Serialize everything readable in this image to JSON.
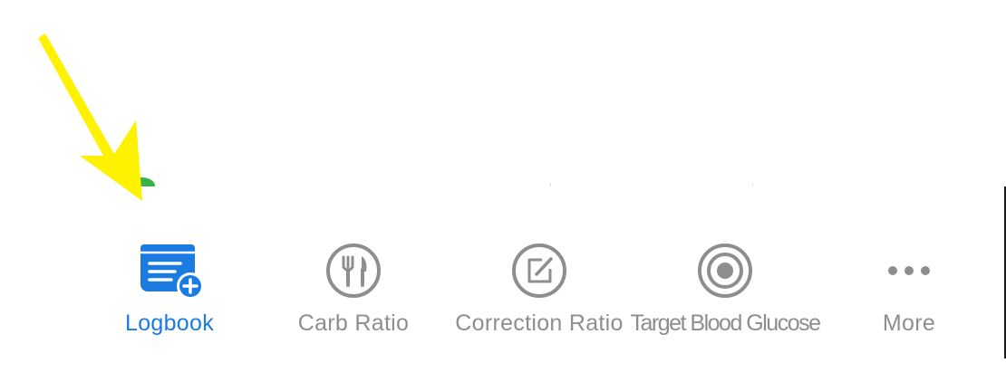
{
  "tab_bar": {
    "tabs": [
      {
        "label": "Logbook",
        "icon": "logbook-add-icon",
        "active": true
      },
      {
        "label": "Carb Ratio",
        "icon": "fork-knife-icon",
        "active": false
      },
      {
        "label": "Correction Ratio",
        "icon": "edit-square-icon",
        "active": false
      },
      {
        "label": "Target Blood Glucose",
        "icon": "target-icon",
        "active": false
      },
      {
        "label": "More",
        "icon": "ellipsis-icon",
        "active": false
      }
    ],
    "active_color": "#1a7be0",
    "inactive_color": "#8e8e8e"
  },
  "annotation": {
    "arrow_color": "#fff200",
    "points_to": "Logbook"
  }
}
